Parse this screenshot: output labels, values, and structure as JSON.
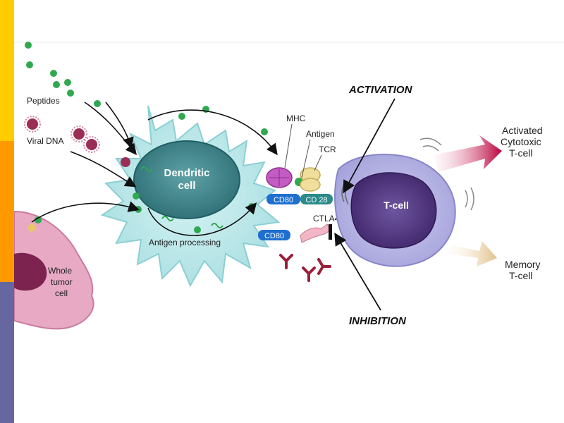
{
  "labels": {
    "peptides": "Peptides",
    "viral_dna": "Viral DNA",
    "dendritic_1": "Dendritic",
    "dendritic_2": "cell",
    "antigen_processing": "Antigen processing",
    "whole_tumor_1": "Whole",
    "whole_tumor_2": "tumor",
    "whole_tumor_3": "cell",
    "mhc": "MHC",
    "antigen": "Antigen",
    "tcr": "TCR",
    "cd80_top": "CD80",
    "cd28": "CD 28",
    "ctla4": "CTLA4",
    "cd80_bottom": "CD80",
    "activation": "ACTIVATION",
    "inhibition": "INHIBITION",
    "tcell": "T-cell",
    "activated_1": "Activated",
    "activated_2": "Cytotoxic",
    "activated_3": "T-cell",
    "memory_1": "Memory",
    "memory_2": "T-cell"
  },
  "colors": {
    "dendritic_body": "#B9E6E8",
    "dendritic_nucleus": "#2F7F84",
    "tumor_body": "#E8A6C2",
    "tumor_nucleus": "#7A1F4A",
    "tcell_body": "#B7B6E4",
    "tcell_nucleus": "#4A2F7A",
    "peptide": "#2FA84F",
    "cd80": "#1E6FD0",
    "cd28": "#2B8A8A",
    "mhc": "#B84DB8",
    "tcr": "#E8D590",
    "activated_arrow": "#B8003A",
    "memory_arrow": "#E8D0A0"
  },
  "icons": [
    "peptide-dot",
    "viral-dna-icon",
    "antibody-icon",
    "mhc-molecule",
    "tcr-molecule"
  ]
}
